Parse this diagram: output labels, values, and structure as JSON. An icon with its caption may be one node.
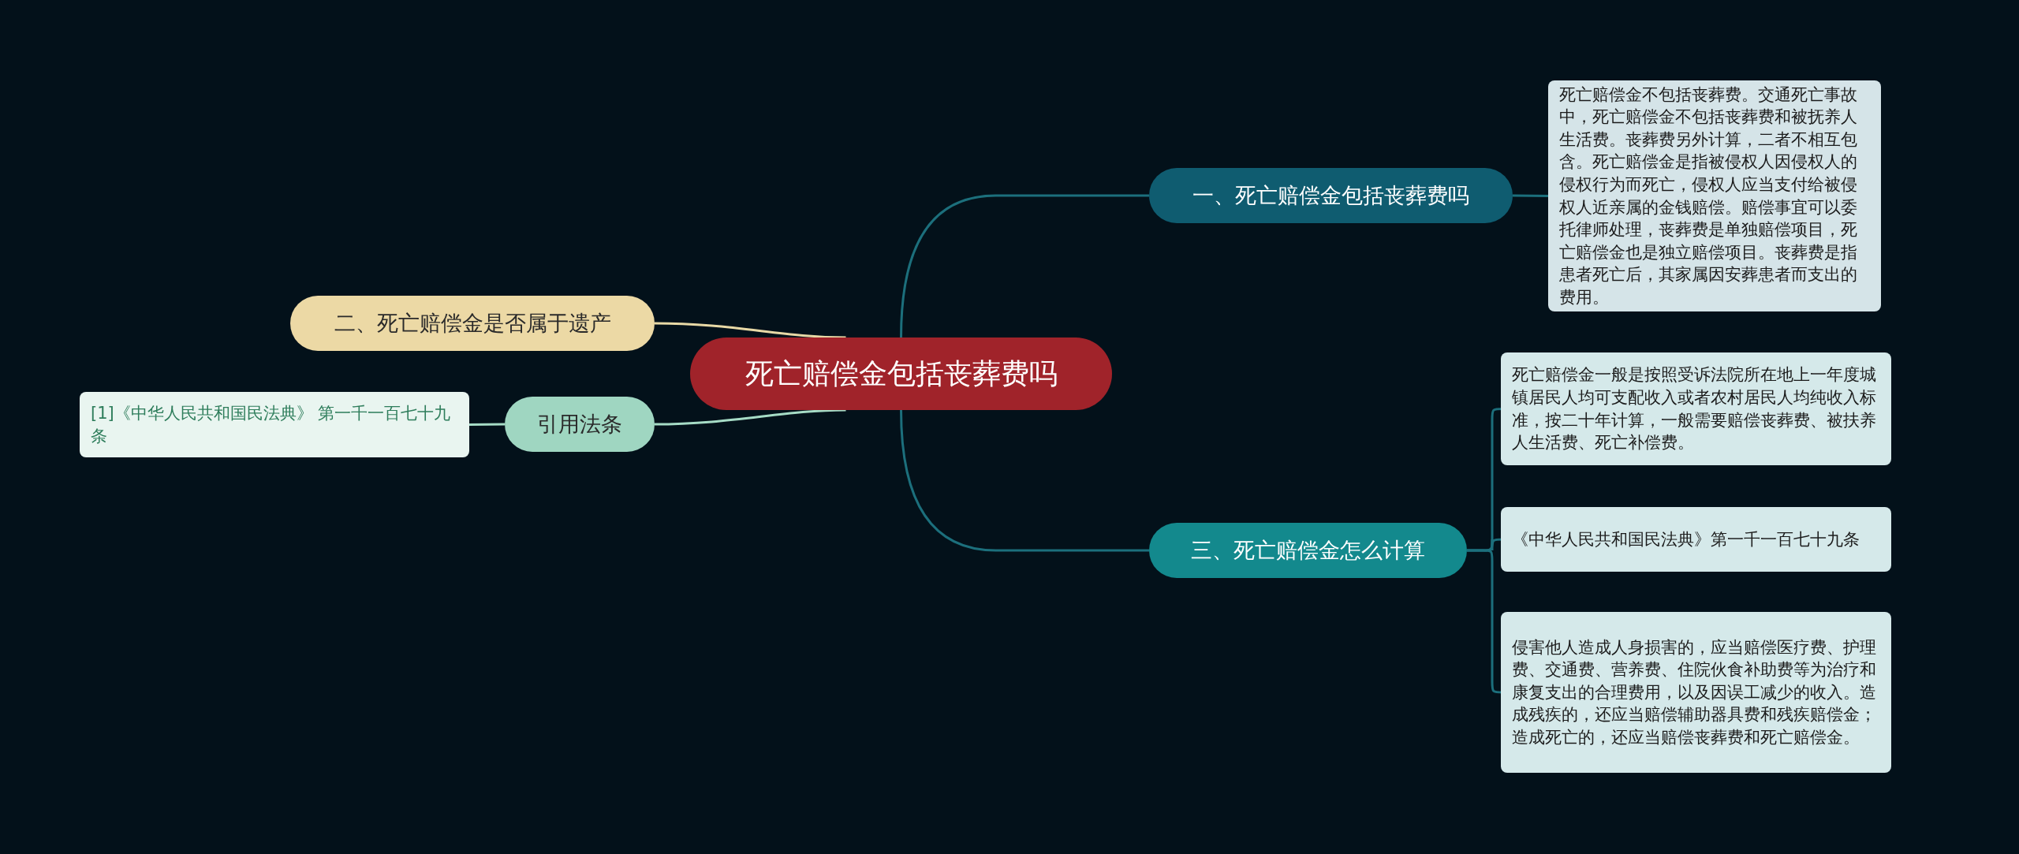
{
  "diagram": {
    "nodes": [
      {
        "text": [
          "死亡赔偿金包括丧葬费吗"
        ]
      },
      {
        "text": [
          "一、死亡赔偿金包括丧葬费吗"
        ]
      },
      {
        "text": [
          "死亡赔偿金不包括丧葬费。交通死亡事故中，死亡赔偿金不包括丧葬费和被抚养人生活费。丧葬费另外计算，二者不相互包含。死亡赔偿金是指被侵权人因侵权人的侵权行为而死亡，侵权人应当支付给被侵权人近亲属的金钱赔偿。赔偿事宜可以委托律师处理，丧葬费是单独赔偿项目，死亡赔偿金也是独立赔偿项目。丧葬费是指患者死亡后，其家属因安葬患者而支出的费用。"
        ]
      },
      {
        "text": [
          "二、死亡赔偿金是否属于遗产"
        ]
      },
      {
        "text": [
          "引用法条"
        ]
      },
      {
        "text": [
          "[1]《中华人民共和国民法典》 第一千一百七十九条"
        ]
      },
      {
        "text": [
          "三、死亡赔偿金怎么计算"
        ]
      },
      {
        "text": [
          "死亡赔偿金一般是按照受诉法院所在地上一年度城镇居民人均可支配收入或者农村居民人均纯收入标准，按二十年计算，一般需要赔偿丧葬费、被扶养人生活费、死亡补偿费。"
        ]
      },
      {
        "text": [
          "《中华人民共和国民法典》第一千一百七十九条"
        ]
      },
      {
        "text": [
          "侵害他人造成人身损害的，应当赔偿医疗费、护理费、交通费、营养费、住院伙食补助费等为治疗和康复支出的合理费用，以及因误工减少的收入。造成残疾的，还应当赔偿辅助器具费和残疾赔偿金；造成死亡的，还应当赔偿丧葬费和死亡赔偿金。"
        ]
      }
    ],
    "edges": [
      {
        "from": 0,
        "to": 1,
        "arrow": "none"
      },
      {
        "from": 1,
        "to": 2,
        "arrow": "none"
      },
      {
        "from": 0,
        "to": 3,
        "arrow": "none",
        "color": "#e8d9a6"
      },
      {
        "from": 0,
        "to": 4,
        "arrow": "none",
        "color": "#a6dcc6"
      },
      {
        "from": 4,
        "to": 5,
        "arrow": "none",
        "color": "#a6dcc6"
      },
      {
        "from": 0,
        "to": 6,
        "arrow": "none"
      },
      {
        "from": 6,
        "to": 7,
        "arrow": "none"
      },
      {
        "from": 6,
        "to": 8,
        "arrow": "none"
      },
      {
        "from": 6,
        "to": 9,
        "arrow": "none"
      }
    ]
  }
}
